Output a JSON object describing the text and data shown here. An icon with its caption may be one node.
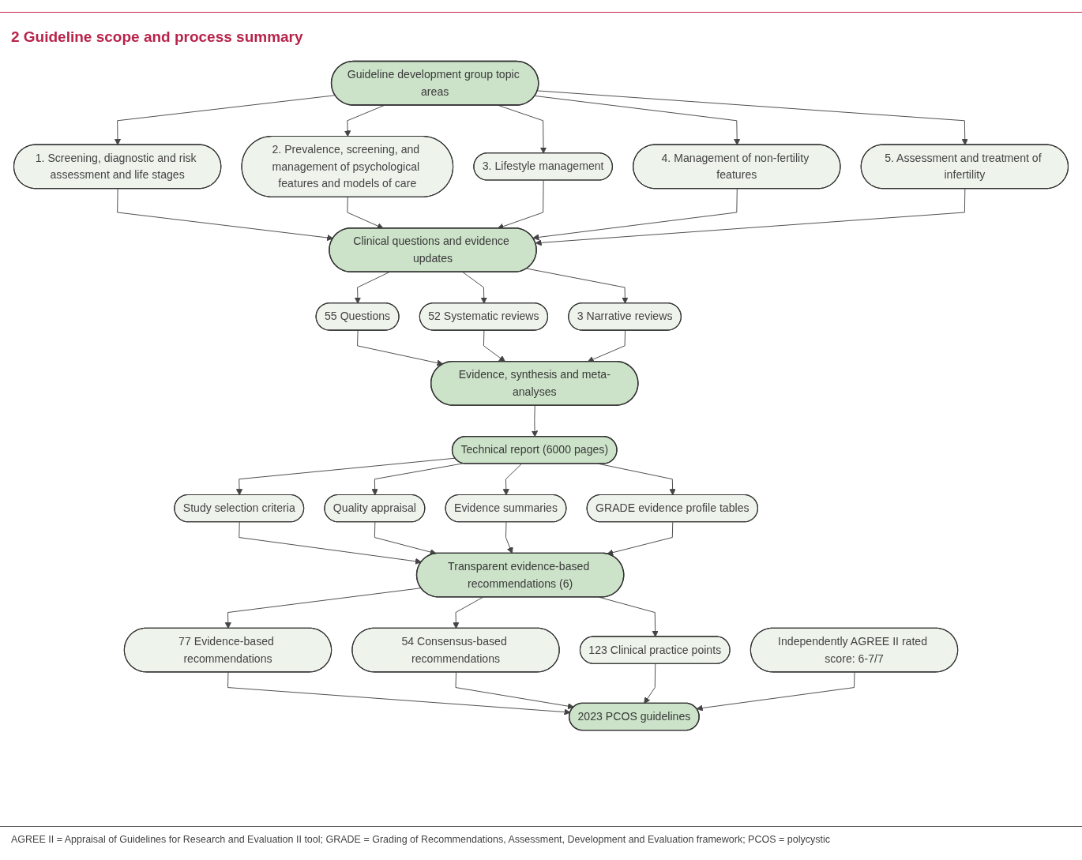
{
  "diagram": {
    "title": "2 Guideline scope and process summary",
    "nodes": [
      {
        "text": [
          "Guideline development group topic areas"
        ]
      },
      {
        "text": [
          "1. Screening, diagnostic and risk assessment and life stages"
        ]
      },
      {
        "text": [
          "2. Prevalence, screening, and management of psychological features and models of care"
        ]
      },
      {
        "text": [
          "3. Lifestyle management"
        ]
      },
      {
        "text": [
          "4. Management of non-fertility features"
        ]
      },
      {
        "text": [
          "5. Assessment and treatment of infertility"
        ]
      },
      {
        "text": [
          "Clinical questions and evidence updates"
        ]
      },
      {
        "text": [
          "55 Questions"
        ]
      },
      {
        "text": [
          "52 Systematic reviews"
        ]
      },
      {
        "text": [
          "3 Narrative reviews"
        ]
      },
      {
        "text": [
          "Evidence, synthesis and meta-analyses"
        ]
      },
      {
        "text": [
          "Technical report (6000 pages)"
        ]
      },
      {
        "text": [
          "Study selection criteria"
        ]
      },
      {
        "text": [
          "Quality appraisal"
        ]
      },
      {
        "text": [
          "Evidence summaries"
        ]
      },
      {
        "text": [
          "GRADE evidence profile tables"
        ]
      },
      {
        "text": [
          "Transparent evidence-based recommendations (6)"
        ]
      },
      {
        "text": [
          "77 Evidence-based recommendations"
        ]
      },
      {
        "text": [
          "54 Consensus-based recommendations"
        ]
      },
      {
        "text": [
          "123 Clinical practice points"
        ]
      },
      {
        "text": [
          "2023 PCOS guidelines"
        ]
      },
      {
        "text": [
          "Independently AGREE II rated score: 6-7/7"
        ]
      }
    ],
    "edges": [
      {
        "from": 0,
        "to": 1,
        "arrow": "to"
      },
      {
        "from": 0,
        "to": 2,
        "arrow": "to"
      },
      {
        "from": 0,
        "to": 3,
        "arrow": "to"
      },
      {
        "from": 0,
        "to": 4,
        "arrow": "to"
      },
      {
        "from": 0,
        "to": 5,
        "arrow": "to"
      },
      {
        "from": 1,
        "to": 6,
        "arrow": "to"
      },
      {
        "from": 2,
        "to": 6,
        "arrow": "to"
      },
      {
        "from": 3,
        "to": 6,
        "arrow": "to"
      },
      {
        "from": 4,
        "to": 6,
        "arrow": "to"
      },
      {
        "from": 5,
        "to": 6,
        "arrow": "to"
      },
      {
        "from": 6,
        "to": 7,
        "arrow": "to"
      },
      {
        "from": 6,
        "to": 8,
        "arrow": "to"
      },
      {
        "from": 6,
        "to": 9,
        "arrow": "to"
      },
      {
        "from": 7,
        "to": 10,
        "arrow": "to"
      },
      {
        "from": 8,
        "to": 10,
        "arrow": "to"
      },
      {
        "from": 9,
        "to": 10,
        "arrow": "to"
      },
      {
        "from": 10,
        "to": 11,
        "arrow": "to"
      },
      {
        "from": 11,
        "to": 12,
        "arrow": "to"
      },
      {
        "from": 11,
        "to": 13,
        "arrow": "to"
      },
      {
        "from": 11,
        "to": 14,
        "arrow": "to"
      },
      {
        "from": 11,
        "to": 15,
        "arrow": "to"
      },
      {
        "from": 12,
        "to": 16,
        "arrow": "to"
      },
      {
        "from": 13,
        "to": 16,
        "arrow": "to"
      },
      {
        "from": 14,
        "to": 16,
        "arrow": "to"
      },
      {
        "from": 15,
        "to": 16,
        "arrow": "to"
      },
      {
        "from": 16,
        "to": 17,
        "arrow": "to"
      },
      {
        "from": 16,
        "to": 18,
        "arrow": "to"
      },
      {
        "from": 16,
        "to": 19,
        "arrow": "to"
      },
      {
        "from": 17,
        "to": 20,
        "arrow": "to"
      },
      {
        "from": 18,
        "to": 20,
        "arrow": "to"
      },
      {
        "from": 19,
        "to": 20,
        "arrow": "to"
      },
      {
        "from": 21,
        "to": 20,
        "arrow": "to"
      }
    ],
    "caption": "AGREE II = Appraisal of Guidelines for Research and Evaluation II tool; GRADE = Grading of Recommendations, Assessment, Development and Evaluation framework; PCOS = polycystic"
  }
}
